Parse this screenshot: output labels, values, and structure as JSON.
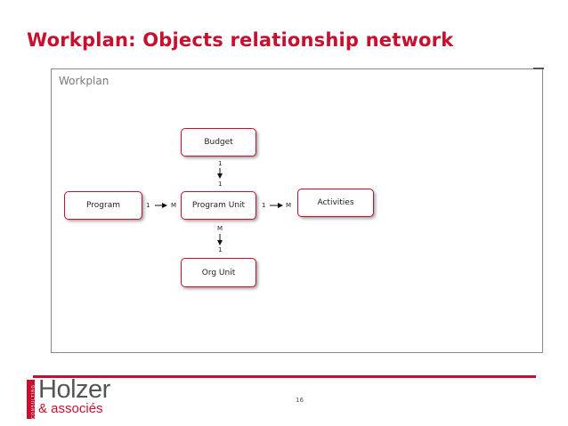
{
  "slide": {
    "title": "Workplan: Objects relationship network",
    "page_number": "16"
  },
  "diagram": {
    "frame_label": "Workplan",
    "nodes": {
      "budget": "Budget",
      "program": "Program",
      "program_unit": "Program Unit",
      "activities": "Activities",
      "org_unit": "Org Unit"
    },
    "cardinalities": {
      "budget_side": "1",
      "program_unit_top": "1",
      "program_side": "1",
      "program_unit_left": "M",
      "program_unit_right": "1",
      "activities_side": "M",
      "program_unit_bottom": "M",
      "org_unit_side": "1"
    }
  },
  "logo": {
    "vertical_text": "CONSULTING",
    "main": "Holzer",
    "sub": "& associés"
  },
  "colors": {
    "accent": "#c8102e",
    "frame": "#8a8a8a",
    "text": "#222222"
  }
}
